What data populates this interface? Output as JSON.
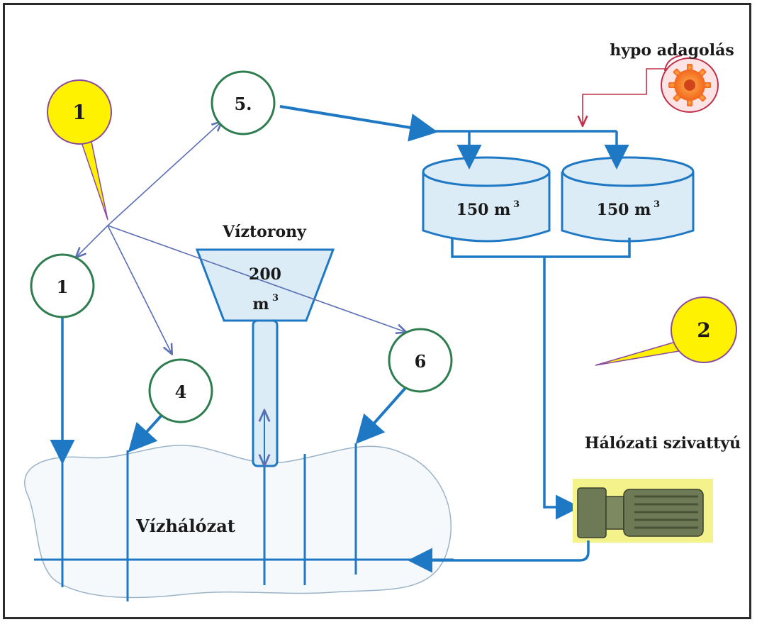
{
  "labels": {
    "hypo": "hypo adagolás",
    "tower": "Víztorony",
    "tower_volume_num": "200",
    "tower_volume_unit": "m",
    "tower_volume_exp": "3",
    "tank_volume_num": "150 m",
    "tank_volume_exp": "3",
    "pump": "Hálózati szivattyú",
    "network": "Vízhálózat"
  },
  "callouts": {
    "yellow_1": "1",
    "yellow_2": "2"
  },
  "points": {
    "p1": "1",
    "p4": "4",
    "p5": "5.",
    "p6": "6"
  },
  "colors": {
    "pipe": "#1f78c4",
    "arrow": "#5b6fb5",
    "circle_stroke": "#2e7d4f",
    "callout_fill": "#fff200",
    "tank_fill": "#dcecf6",
    "pump_fill": "#6e7a55",
    "pump_bg": "#f4f28a",
    "dosing": "#c0304a"
  }
}
